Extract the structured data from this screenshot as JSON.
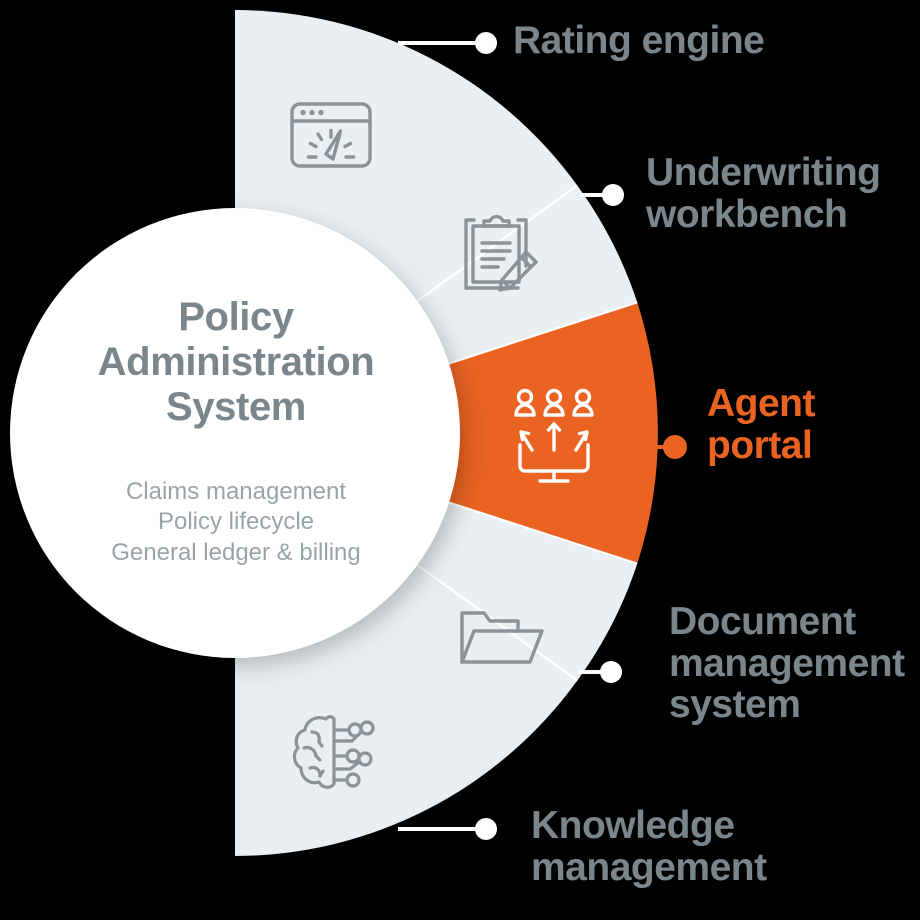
{
  "diagram": {
    "title": "Policy Administration System",
    "background_color": "#000000",
    "segment_color": "#e9eff2",
    "accent_color": "#ea6321",
    "label_color": "#7b868c",
    "center": {
      "title": "Policy\nAdministration\nSystem",
      "subtitle": "Claims management\nPolicy lifecycle\nGeneral ledger & billing"
    },
    "segments": [
      {
        "id": "rating-engine",
        "label": "Rating engine",
        "icon": "gauge-window-icon",
        "highlighted": false,
        "color": "#e9eff2",
        "label_color": "#7b868c",
        "connector_color": "#ffffff"
      },
      {
        "id": "underwriting-workbench",
        "label": "Underwriting\nworkbench",
        "icon": "clipboard-pencil-icon",
        "highlighted": false,
        "color": "#e9eff2",
        "label_color": "#7b868c",
        "connector_color": "#ffffff"
      },
      {
        "id": "agent-portal",
        "label": "Agent\nportal",
        "icon": "people-monitor-icon",
        "highlighted": true,
        "color": "#ea6321",
        "label_color": "#ea6321",
        "connector_color": "#ea6321"
      },
      {
        "id": "document-management-system",
        "label": "Document\nmanagement\nsystem",
        "icon": "open-folder-icon",
        "highlighted": false,
        "color": "#e9eff2",
        "label_color": "#7b868c",
        "connector_color": "#ffffff"
      },
      {
        "id": "knowledge-management",
        "label": "Knowledge\nmanagement",
        "icon": "brain-circuit-icon",
        "highlighted": false,
        "color": "#e9eff2",
        "label_color": "#7b868c",
        "connector_color": "#ffffff"
      }
    ]
  }
}
